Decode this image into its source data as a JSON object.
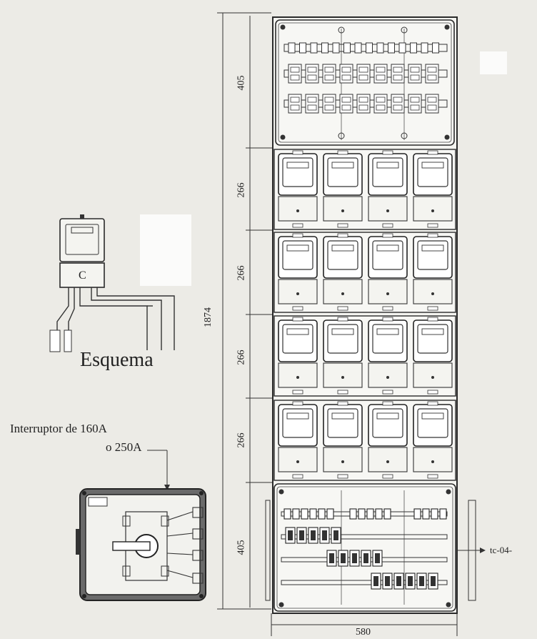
{
  "dimensions": {
    "total_height": "1874",
    "top_section": "405",
    "meter_row_1": "266",
    "meter_row_2": "266",
    "meter_row_3": "266",
    "meter_row_4": "266",
    "bottom_section": "405",
    "width": "580"
  },
  "labels": {
    "meter_letter": "C",
    "scheme": "Esquema",
    "switch_line1": "Interruptor de 160A",
    "switch_line2": "o 250A",
    "side_ref": "tc-04-"
  },
  "colors": {
    "paper": "#ecebe6",
    "ink": "#2a2a2a",
    "panel": "#f4f4f0"
  }
}
